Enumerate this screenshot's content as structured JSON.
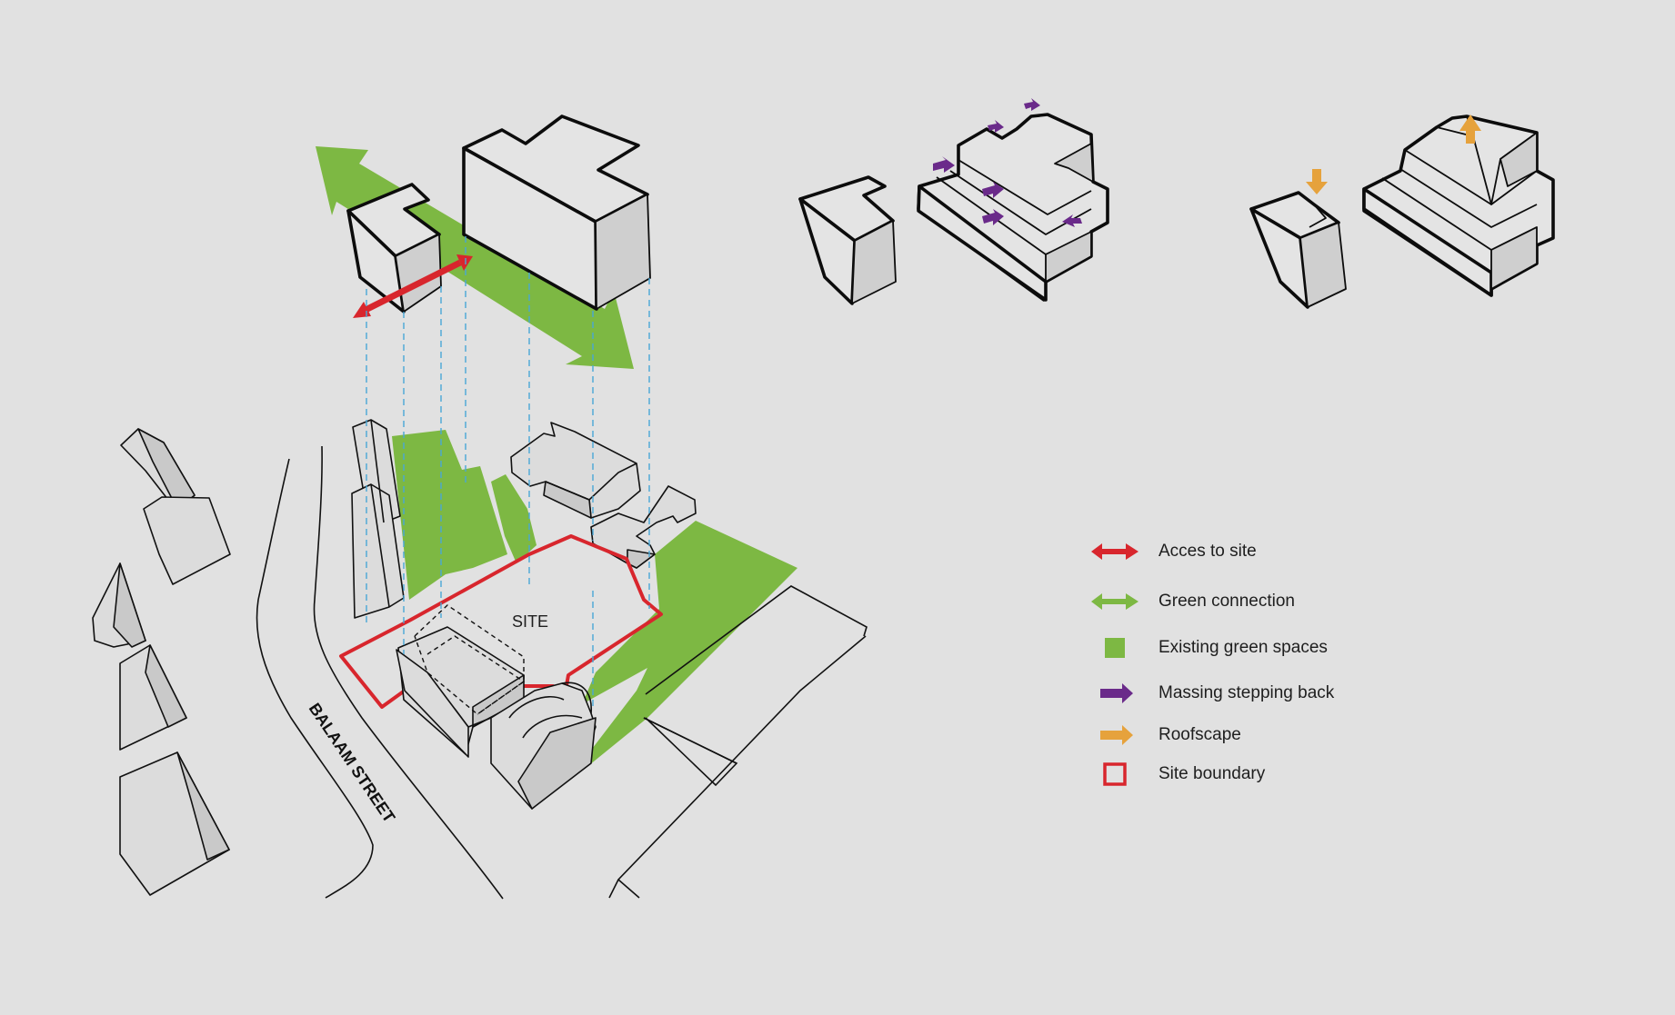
{
  "labels": {
    "site": "SITE",
    "street": "BALAAM STREET"
  },
  "colors": {
    "access": "#d8262d",
    "green": "#7db843",
    "massing": "#6a2a8a",
    "roofscape": "#e6a23c",
    "boundary": "#d8262d"
  },
  "legend": [
    {
      "label": "Acces to site",
      "icon": "double-arrow-red-icon"
    },
    {
      "label": "Green connection",
      "icon": "double-arrow-green-icon"
    },
    {
      "label": "Existing green spaces",
      "icon": "green-square-icon"
    },
    {
      "label": "Massing stepping back",
      "icon": "purple-arrow-icon"
    },
    {
      "label": "Roofscape",
      "icon": "orange-arrow-icon"
    },
    {
      "label": "Site boundary",
      "icon": "red-square-outline-icon"
    }
  ]
}
